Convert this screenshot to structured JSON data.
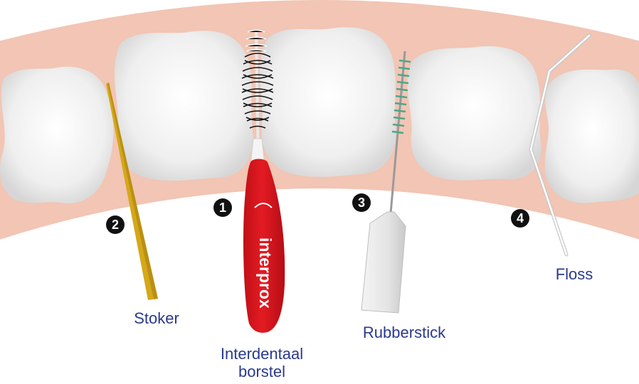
{
  "colors": {
    "gum": "#f2c5b4",
    "tooth": "#f2f2f2",
    "brush_handle": "#d9141c",
    "stoker": "#d4a81a",
    "rubber_bristles": "#4aa88c",
    "label_text": "#2a3a8c"
  },
  "tools": [
    {
      "number": "1",
      "label_line1": "Interdentaal",
      "label_line2": "borstel",
      "brand": "interprox"
    },
    {
      "number": "2",
      "label": "Stoker"
    },
    {
      "number": "3",
      "label": "Rubberstick"
    },
    {
      "number": "4",
      "label": "Floss"
    }
  ]
}
